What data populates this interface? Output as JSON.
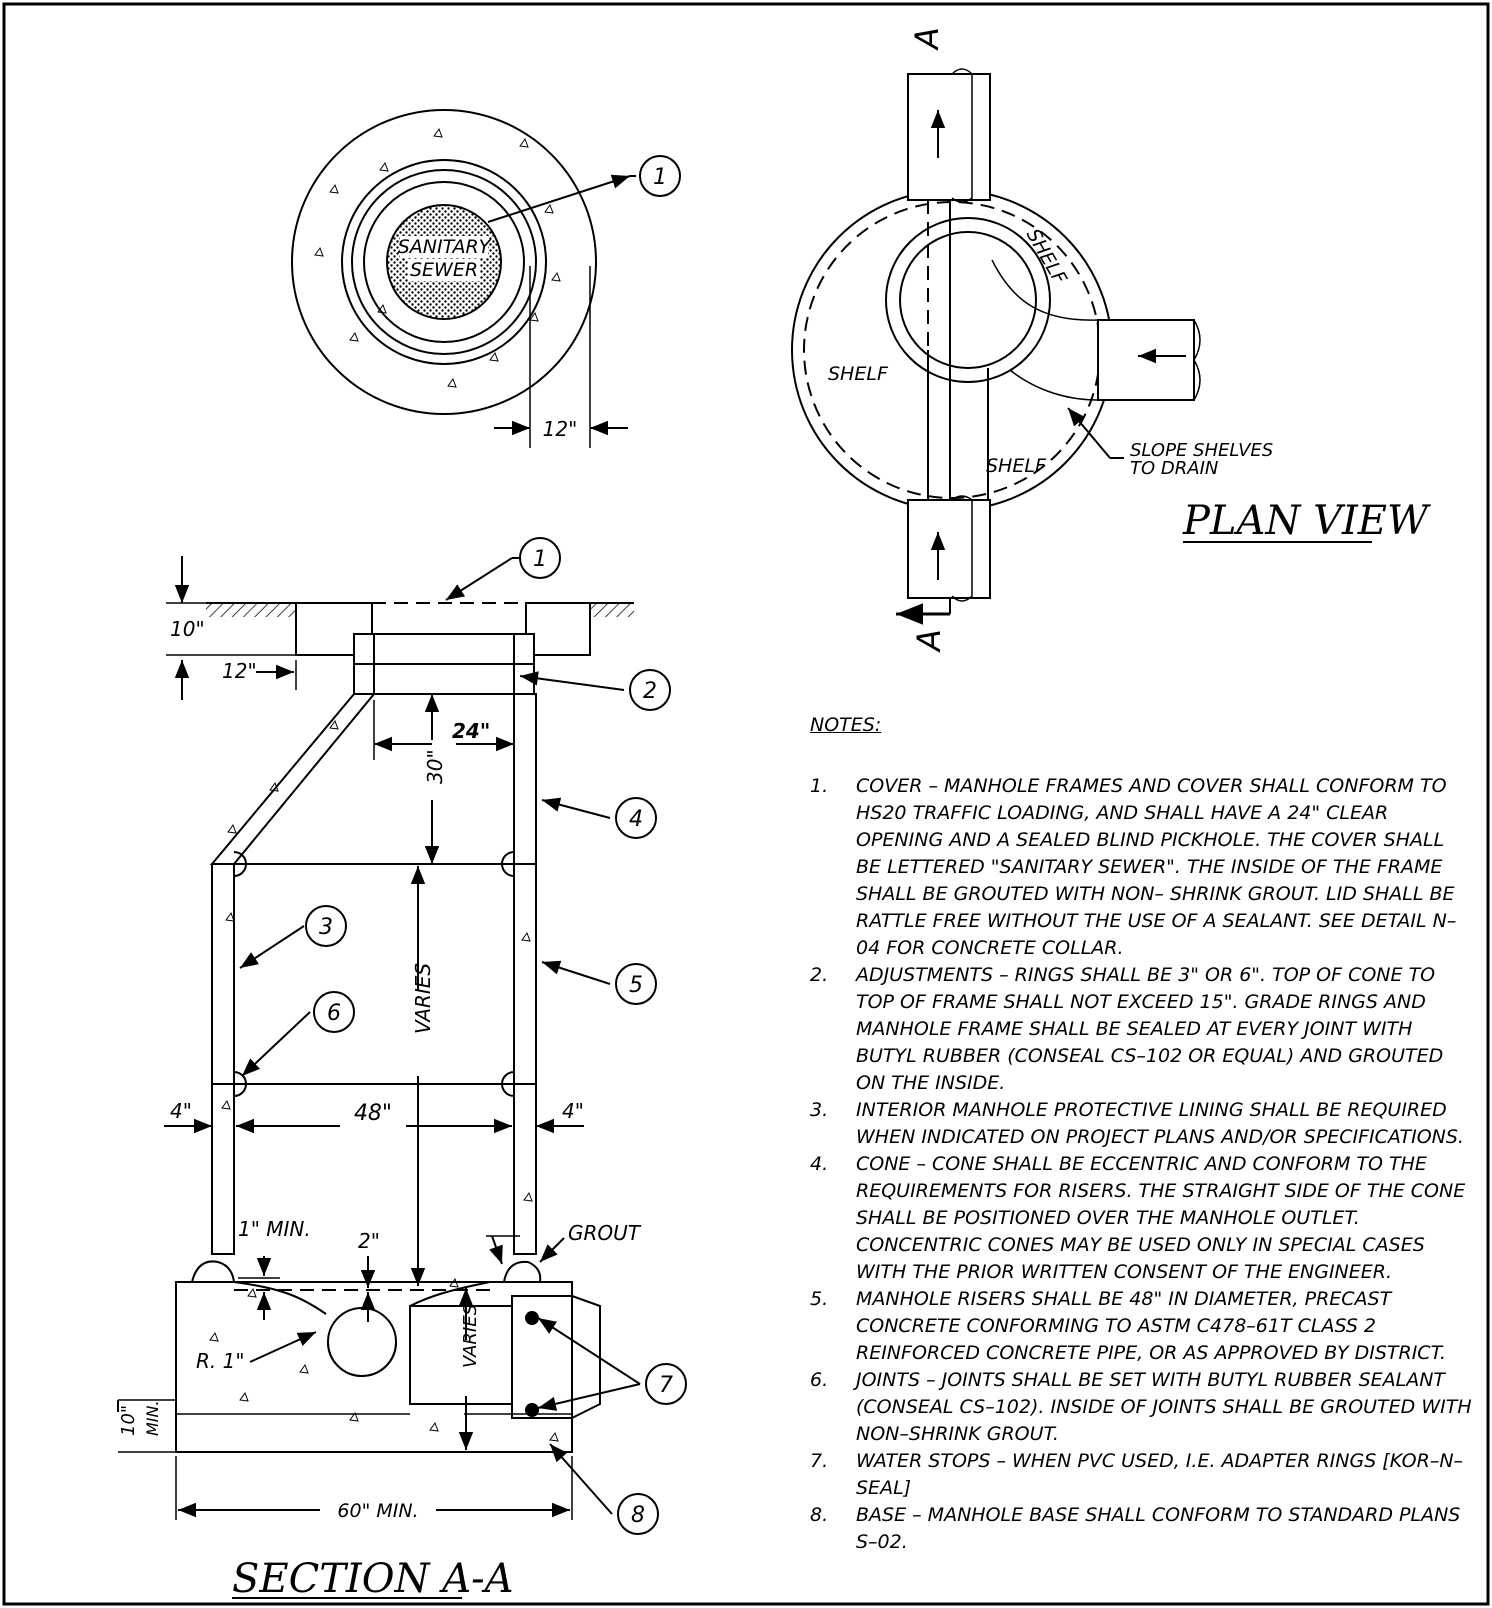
{
  "callouts": {
    "plan_top": "1",
    "sec_1": "1",
    "sec_2": "2",
    "sec_3": "3",
    "sec_4": "4",
    "sec_5": "5",
    "sec_6": "6",
    "sec_7": "7",
    "sec_8": "8"
  },
  "top_detail": {
    "lid_text_line1": "SANITARY",
    "lid_text_line2": "SEWER",
    "dim_12": "12\""
  },
  "plan_view": {
    "title": "PLAN VIEW",
    "section_mark": "A",
    "shelf_label": "SHELF",
    "slope_note_line1": "SLOPE SHELVES",
    "slope_note_line2": "TO DRAIN"
  },
  "section": {
    "title": "SECTION A-A",
    "dim_10_top": "10\"",
    "dim_12": "12\"",
    "dim_24": "24\"",
    "dim_30": "30\"",
    "dim_varies": "VARIES",
    "dim_4": "4\"",
    "dim_48": "48\"",
    "dim_1_min": "1\" MIN.",
    "dim_2": "2\"",
    "grout": "GROUT",
    "radius": "R. 1\"",
    "dim_10_min_a": "10\"",
    "dim_10_min_b": "MIN.",
    "dim_60_min": "60\" MIN."
  },
  "notes": {
    "header": "NOTES:",
    "items": [
      {
        "num": "1.",
        "text": "COVER – MANHOLE FRAMES AND COVER SHALL CONFORM TO HS20 TRAFFIC LOADING, AND SHALL HAVE A 24\" CLEAR OPENING AND A SEALED BLIND PICKHOLE.  THE COVER SHALL BE LETTERED \"SANITARY SEWER\".  THE INSIDE OF THE FRAME SHALL BE GROUTED WITH NON– SHRINK GROUT.  LID SHALL BE RATTLE FREE WITHOUT THE USE OF A SEALANT.  SEE DETAIL N–04 FOR CONCRETE COLLAR."
      },
      {
        "num": "2.",
        "text": "ADJUSTMENTS – RINGS SHALL BE 3\" OR 6\".  TOP OF CONE TO TOP OF FRAME SHALL NOT EXCEED 15\".  GRADE RINGS AND MANHOLE FRAME SHALL BE SEALED AT EVERY JOINT WITH BUTYL RUBBER (CONSEAL CS–102 OR EQUAL) AND GROUTED ON THE INSIDE."
      },
      {
        "num": "3.",
        "text": "INTERIOR MANHOLE PROTECTIVE LINING SHALL BE REQUIRED WHEN INDICATED ON PROJECT PLANS AND/OR SPECIFICATIONS."
      },
      {
        "num": "4.",
        "text": "CONE – CONE SHALL BE ECCENTRIC AND CONFORM TO THE REQUIREMENTS FOR RISERS.  THE STRAIGHT SIDE OF THE CONE SHALL BE POSITIONED OVER THE MANHOLE OUTLET.  CONCENTRIC CONES MAY BE USED ONLY IN SPECIAL CASES WITH THE PRIOR WRITTEN CONSENT OF THE ENGINEER."
      },
      {
        "num": "5.",
        "text": "MANHOLE RISERS SHALL BE 48\" IN DIAMETER, PRECAST CONCRETE CONFORMING TO ASTM C478–61T CLASS 2 REINFORCED CONCRETE PIPE, OR AS APPROVED BY DISTRICT."
      },
      {
        "num": "6.",
        "text": "JOINTS – JOINTS SHALL BE SET WITH BUTYL RUBBER SEALANT (CONSEAL CS–102).  INSIDE OF JOINTS SHALL BE GROUTED WITH NON–SHRINK GROUT."
      },
      {
        "num": "7.",
        "text": "WATER STOPS – WHEN PVC USED, I.E. ADAPTER RINGS [KOR–N–SEAL]"
      },
      {
        "num": "8.",
        "text": "BASE – MANHOLE BASE SHALL CONFORM TO STANDARD PLANS S–02."
      }
    ]
  }
}
